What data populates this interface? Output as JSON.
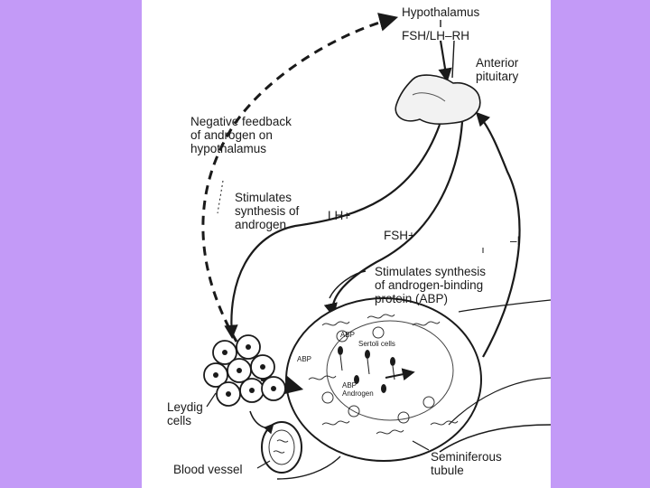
{
  "labels": {
    "hypothalamus": "Hypothalamus",
    "releasing_hormone": "FSH/LH–RH",
    "anterior_pituitary": "Anterior\npituitary",
    "negative_feedback": "Negative feedback\nof androgen on\nhypothalamus",
    "stimulates_androgen": "Stimulates\nsynthesis of\nandrogen",
    "lh": "LH+",
    "fsh": "FSH+",
    "inhibin": "–I",
    "stimulates_abp": "Stimulates synthesis\nof androgen-binding\nprotein (ABP)",
    "abp_top": "ABP",
    "sertoli_cells": "Sertoli cells",
    "abp_left": "ABP",
    "abp_androgen": "ABP\nAndrogen",
    "leydig_cells": "Leydig\ncells",
    "blood_vessel": "Blood vessel",
    "seminiferous_tubule": "Seminiferous\ntubule"
  },
  "colors": {
    "background": "#c39af7",
    "panel": "#ffffff",
    "ink": "#1a1a1a"
  }
}
